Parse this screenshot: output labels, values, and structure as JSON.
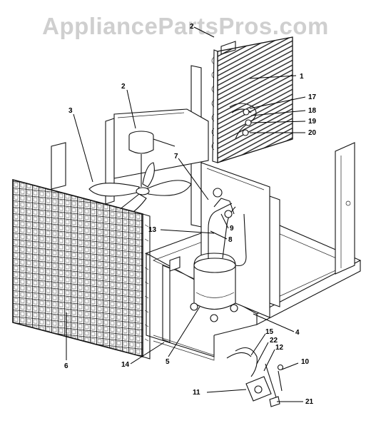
{
  "watermark": "AppliancePartsPros.com",
  "callouts": [
    {
      "id": "label-1",
      "text": "1"
    },
    {
      "id": "label-2",
      "text": "2"
    },
    {
      "id": "label-3",
      "text": "3"
    },
    {
      "id": "label-4",
      "text": "4"
    },
    {
      "id": "label-5",
      "text": "5"
    },
    {
      "id": "label-6",
      "text": "6"
    },
    {
      "id": "label-7",
      "text": "7"
    },
    {
      "id": "label-8",
      "text": "8"
    },
    {
      "id": "label-9",
      "text": "9"
    },
    {
      "id": "label-10",
      "text": "10"
    },
    {
      "id": "label-11",
      "text": "11"
    },
    {
      "id": "label-12",
      "text": "12"
    },
    {
      "id": "label-13",
      "text": "13"
    },
    {
      "id": "label-14",
      "text": "14"
    },
    {
      "id": "label-15",
      "text": "15"
    },
    {
      "id": "label-17",
      "text": "17"
    },
    {
      "id": "label-18",
      "text": "18"
    },
    {
      "id": "label-19",
      "text": "19"
    },
    {
      "id": "label-20",
      "text": "20"
    },
    {
      "id": "label-21",
      "text": "21"
    },
    {
      "id": "label-22",
      "text": "22"
    },
    {
      "id": "label-top",
      "text": "2"
    }
  ]
}
